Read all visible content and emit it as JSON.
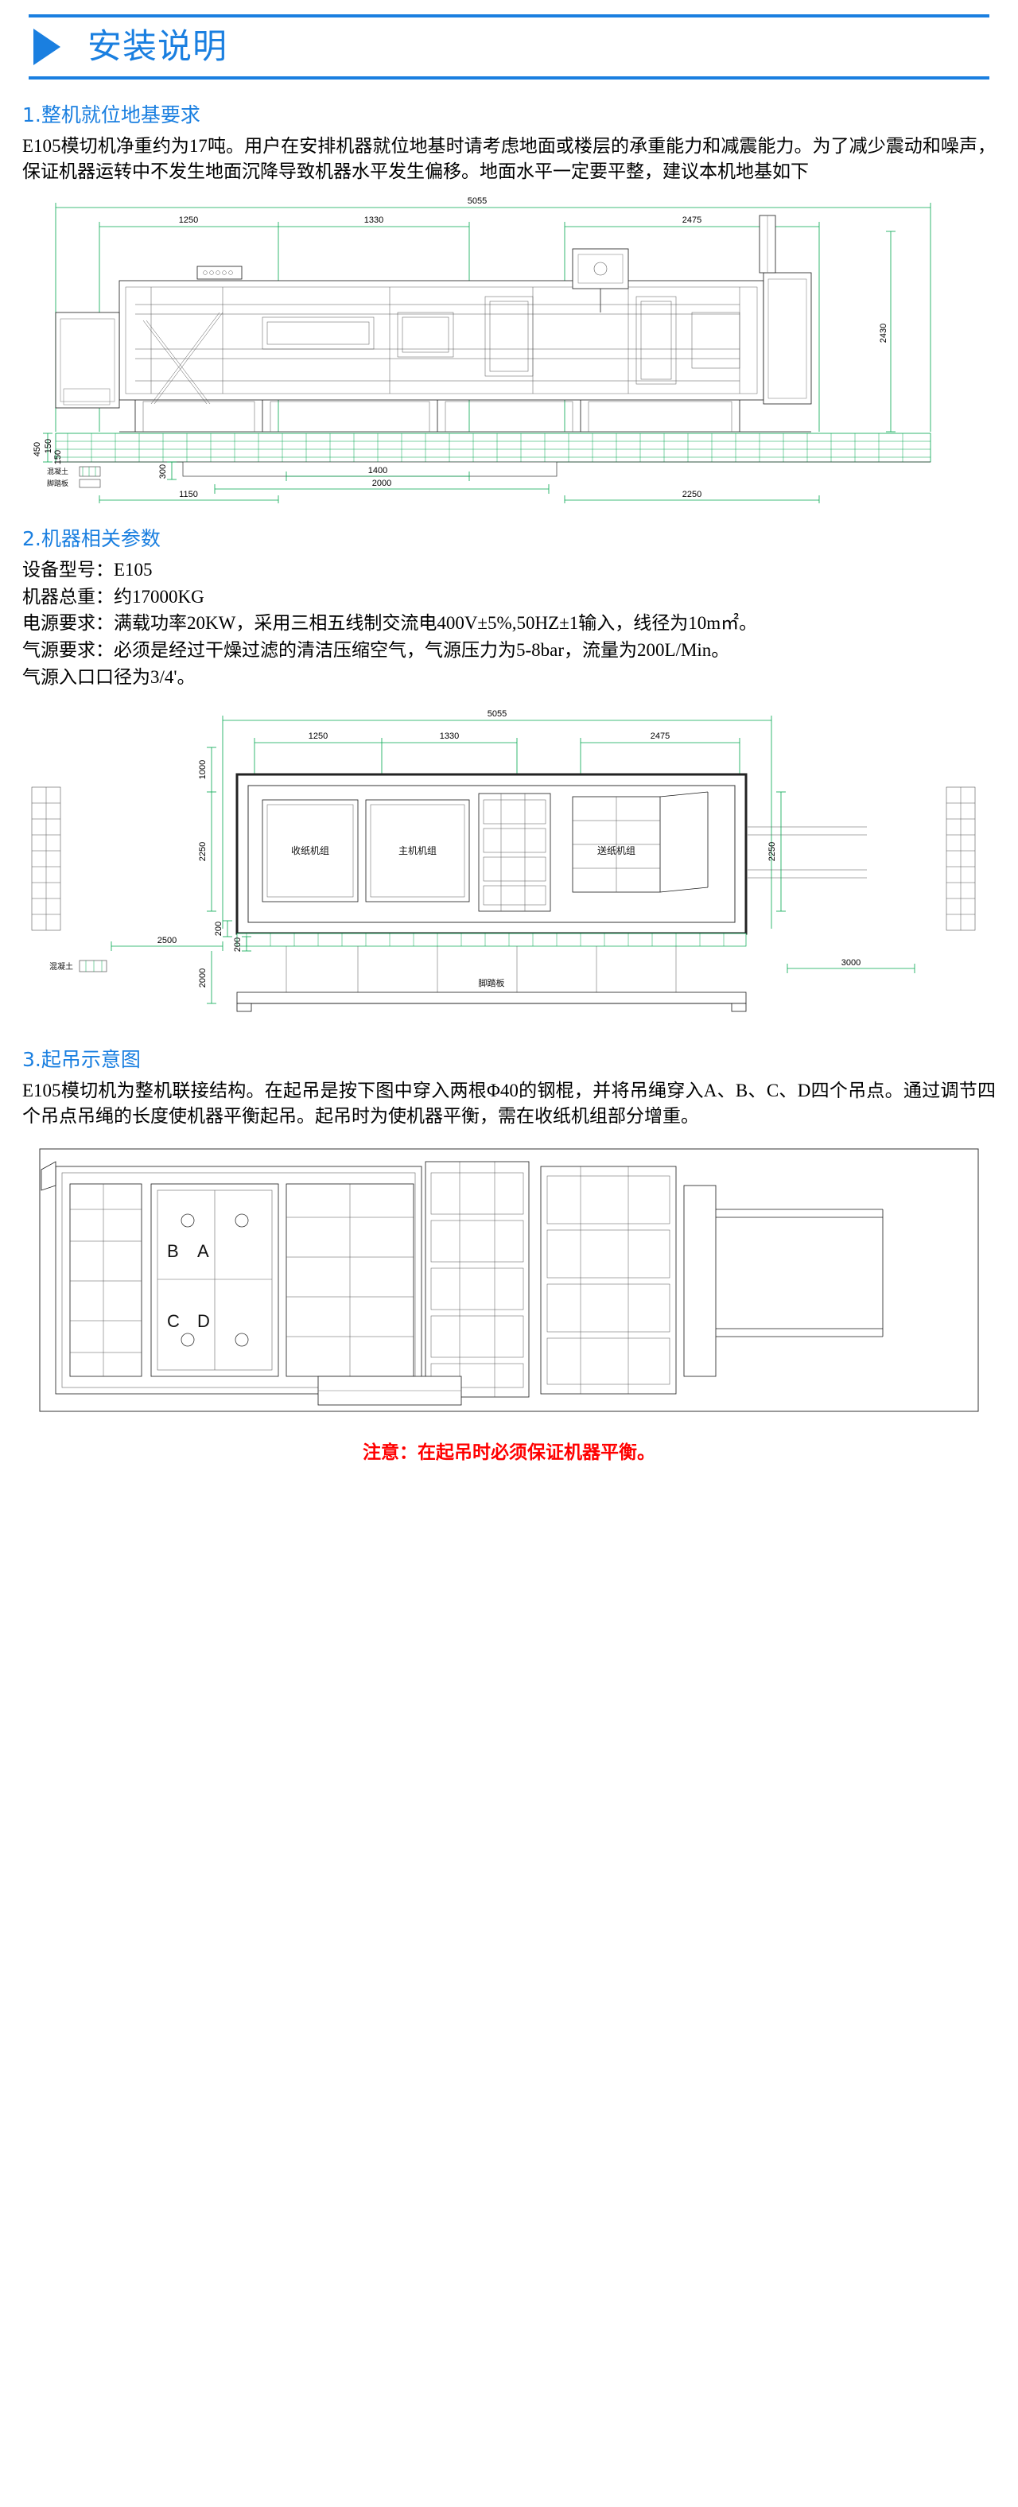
{
  "header": {
    "title": "安装说明",
    "accent_color": "#1a7fe0",
    "triangle_icon": "play-triangle-icon"
  },
  "sections": [
    {
      "number": "1.",
      "heading": "1.整机就位地基要求",
      "paragraph": "E105模切机净重约为17吨。用户在安排机器就位地基时请考虑地面或楼层的承重能力和减震能力。为了减少震动和噪声，保证机器运转中不发生地面沉降导致机器水平发生偏移。地面水平一定要平整，建议本机地基如下"
    },
    {
      "number": "2.",
      "heading": "2.机器相关参数",
      "specs": [
        "设备型号：E105",
        "机器总重：约17000KG",
        "电源要求：满载功率20KW，采用三相五线制交流电400V±5%,50HZ±1输入，线径为10m㎡。",
        "气源要求：必须是经过干燥过滤的清洁压缩空气，气源压力为5-8bar，流量为200L/Min。",
        "气源入口口径为3/4'。"
      ]
    },
    {
      "number": "3.",
      "heading": "3.起吊示意图",
      "paragraph": "E105模切机为整机联接结构。在起吊是按下图中穿入两根Φ40的钢棍，并将吊绳穿入A、B、C、D四个吊点。通过调节四个吊点吊绳的长度使机器平衡起吊。起吊时为使机器平衡，需在收纸机组部分增重。",
      "warning": "注意：在起吊时必须保证机器平衡。",
      "warning_color": "#ff0000"
    }
  ],
  "figure_elevation": {
    "name": "foundation-elevation-drawing",
    "dimensions": {
      "overall_width": "5055",
      "segments": [
        "1250",
        "1330",
        "2475"
      ],
      "overall_height": "2430",
      "depth_450": "450",
      "depth_150": "150",
      "depth_150b": "150",
      "depth_300": "300",
      "base_1400": "1400",
      "base_2000": "2000",
      "base_1150": "1150",
      "base_2250": "2250"
    },
    "legend": [
      "混凝土",
      "脚踏板"
    ]
  },
  "figure_plan": {
    "name": "foundation-plan-drawing",
    "dimensions": {
      "overall_width": "5055",
      "segments": [
        "1250",
        "1330",
        "2475"
      ],
      "left_1000": "1000",
      "left_2250": "2250",
      "right_2250": "2250",
      "left_200": "200",
      "left_200b": "200",
      "left_2500": "2500",
      "left_2000": "2000",
      "right_3000": "3000"
    },
    "labels": [
      "收纸机组",
      "主机机组",
      "送纸机组",
      "脚踏板",
      "混凝土"
    ]
  },
  "figure_lifting": {
    "name": "lifting-diagram",
    "lift_points": [
      "A",
      "B",
      "C",
      "D"
    ]
  }
}
